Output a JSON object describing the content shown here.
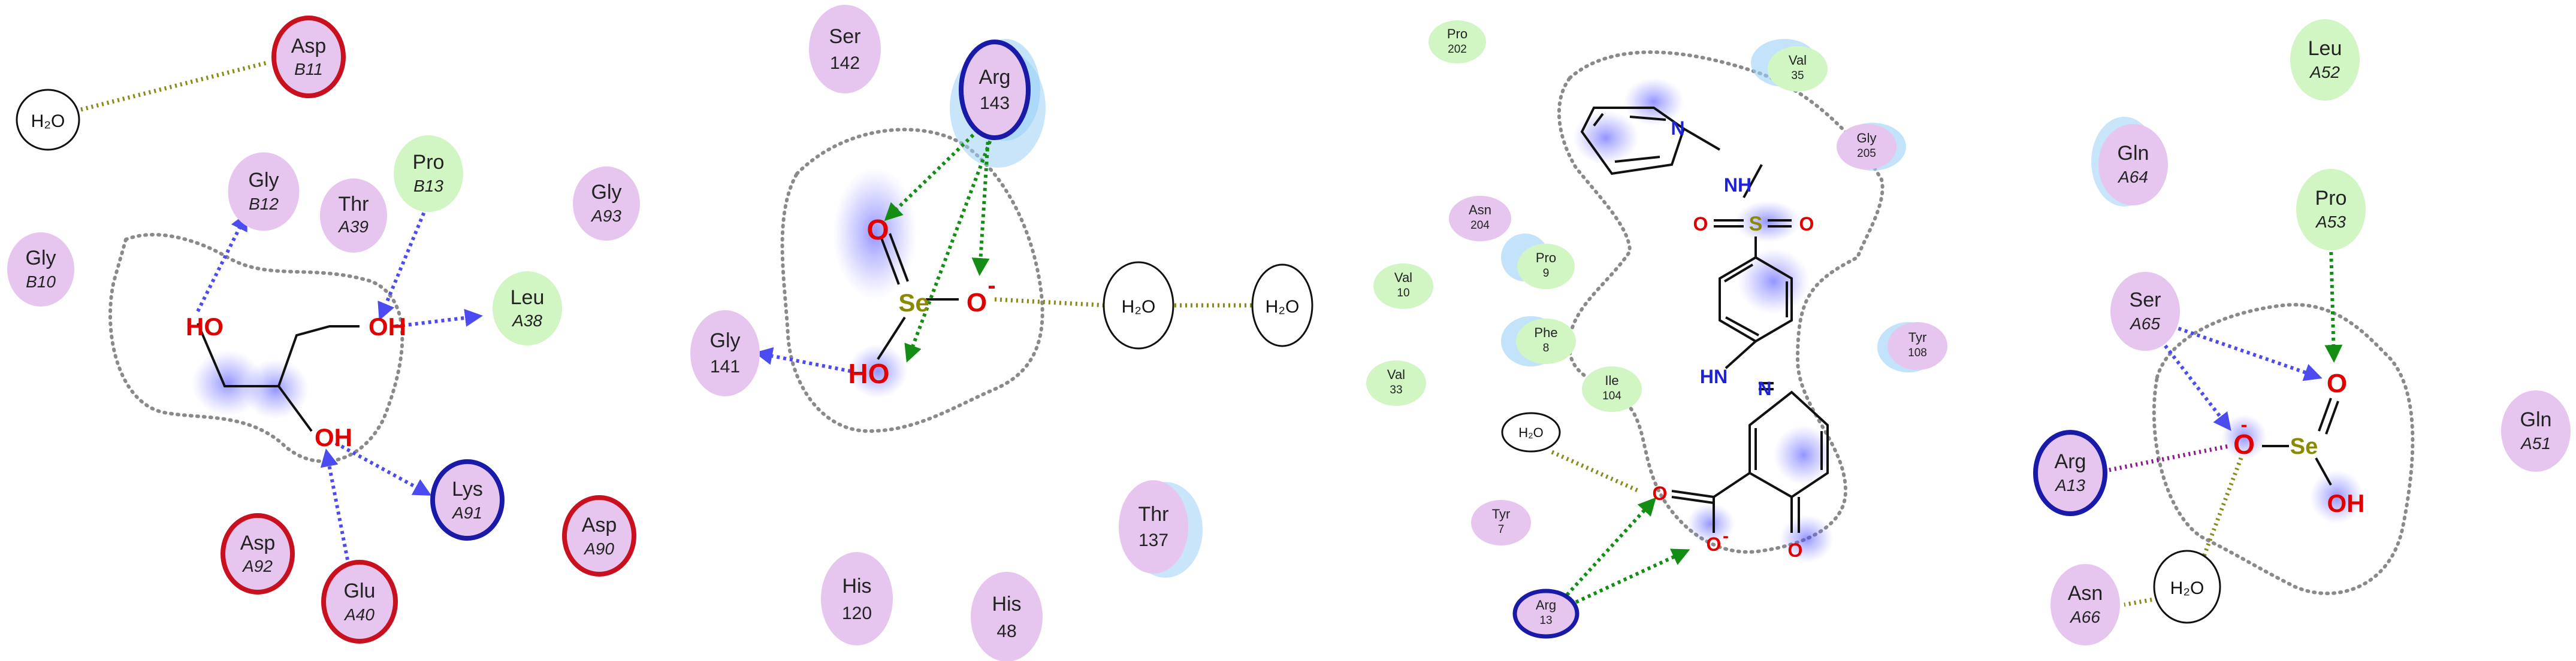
{
  "colors": {
    "polar": "#e6c6ef",
    "hydrophobic": "#d2f5c4",
    "acidic_rim": "#c8101e",
    "basic_rim": "#1a1aa8",
    "hbond_sidechain": "#4b4bf0",
    "hbond_backbone": "#138d13",
    "contact": "#8a8a1a",
    "salt_bridge": "#8a1a8a",
    "pocket_outline": "#8a8a8a",
    "exposure_halo": "#9ad0f5"
  },
  "panels": [
    {
      "id": "glycerol",
      "residues": [
        {
          "name": "Asp",
          "num": "B11",
          "kind": "acidic"
        },
        {
          "name": "Gly",
          "num": "B12",
          "kind": "polar"
        },
        {
          "name": "Thr",
          "num": "A39",
          "kind": "polar"
        },
        {
          "name": "Pro",
          "num": "B13",
          "kind": "hydrophobic"
        },
        {
          "name": "Gly",
          "num": "A93",
          "kind": "polar"
        },
        {
          "name": "Gly",
          "num": "B10",
          "kind": "polar"
        },
        {
          "name": "Leu",
          "num": "A38",
          "kind": "hydrophobic"
        },
        {
          "name": "Lys",
          "num": "A91",
          "kind": "basic"
        },
        {
          "name": "Asp",
          "num": "A92",
          "kind": "acidic"
        },
        {
          "name": "Asp",
          "num": "A90",
          "kind": "acidic"
        },
        {
          "name": "Glu",
          "num": "A40",
          "kind": "acidic"
        }
      ],
      "waters": [
        "H₂O"
      ],
      "atoms": [
        "HO",
        "OH",
        "OH"
      ]
    },
    {
      "id": "selenite-1",
      "residues": [
        {
          "name": "Ser",
          "num": "142",
          "kind": "polar"
        },
        {
          "name": "Arg",
          "num": "143",
          "kind": "basic"
        },
        {
          "name": "Gly",
          "num": "141",
          "kind": "polar"
        },
        {
          "name": "Thr",
          "num": "137",
          "kind": "polar"
        },
        {
          "name": "His",
          "num": "120",
          "kind": "polar"
        },
        {
          "name": "His",
          "num": "48",
          "kind": "polar"
        }
      ],
      "waters": [
        "H₂O",
        "H₂O"
      ],
      "atoms": [
        "O",
        "Se",
        "O",
        "-",
        "HO"
      ]
    },
    {
      "id": "sulfonamide",
      "residues": [
        {
          "name": "Pro",
          "num": "202",
          "kind": "hydrophobic"
        },
        {
          "name": "Val",
          "num": "35",
          "kind": "hydrophobic"
        },
        {
          "name": "Gly",
          "num": "205",
          "kind": "polar"
        },
        {
          "name": "Asn",
          "num": "204",
          "kind": "polar"
        },
        {
          "name": "Pro",
          "num": "9",
          "kind": "hydrophobic"
        },
        {
          "name": "Val",
          "num": "10",
          "kind": "hydrophobic"
        },
        {
          "name": "Phe",
          "num": "8",
          "kind": "hydrophobic"
        },
        {
          "name": "Val",
          "num": "33",
          "kind": "hydrophobic"
        },
        {
          "name": "Ile",
          "num": "104",
          "kind": "hydrophobic"
        },
        {
          "name": "Tyr",
          "num": "108",
          "kind": "polar"
        },
        {
          "name": "Tyr",
          "num": "7",
          "kind": "polar"
        },
        {
          "name": "Arg",
          "num": "13",
          "kind": "basic"
        }
      ],
      "waters": [
        "H₂O"
      ],
      "atoms": [
        "N",
        "NH",
        "S",
        "O",
        "O",
        "HN",
        "N",
        "O",
        "O",
        "-",
        "O"
      ]
    },
    {
      "id": "selenite-2",
      "residues": [
        {
          "name": "Leu",
          "num": "A52",
          "kind": "hydrophobic"
        },
        {
          "name": "Gln",
          "num": "A64",
          "kind": "polar"
        },
        {
          "name": "Pro",
          "num": "A53",
          "kind": "hydrophobic"
        },
        {
          "name": "Ser",
          "num": "A65",
          "kind": "polar"
        },
        {
          "name": "Arg",
          "num": "A13",
          "kind": "basic"
        },
        {
          "name": "Gln",
          "num": "A51",
          "kind": "polar"
        },
        {
          "name": "Asn",
          "num": "A66",
          "kind": "polar"
        }
      ],
      "waters": [
        "H₂O"
      ],
      "atoms": [
        "O",
        "-",
        "O",
        "Se",
        "OH"
      ]
    }
  ]
}
